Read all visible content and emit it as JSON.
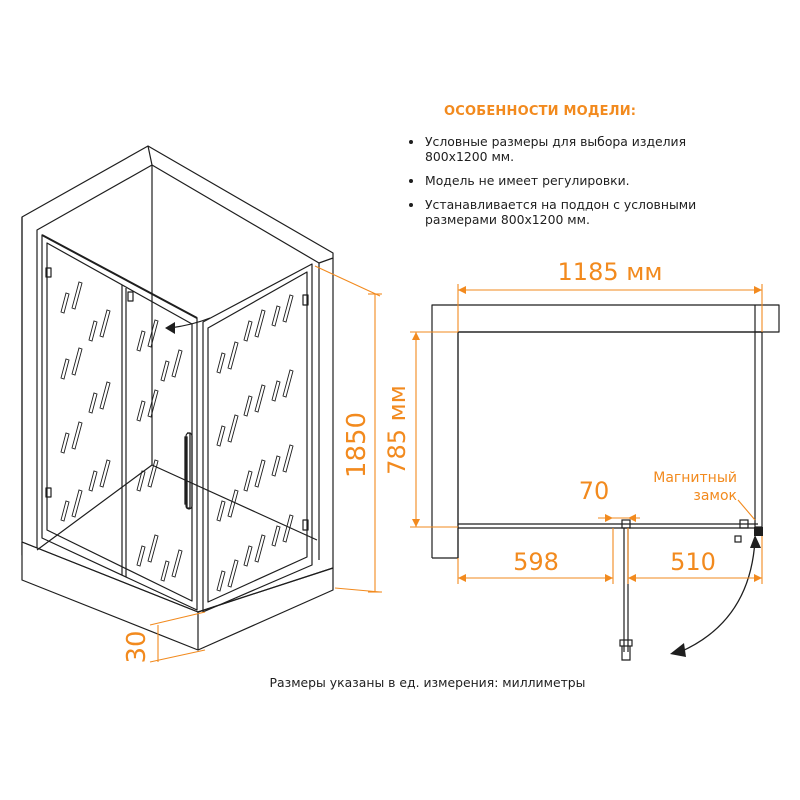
{
  "features": {
    "title": "ОСОБЕННОСТИ МОДЕЛИ:",
    "items": [
      "Условные размеры для выбора изделия 800x1200 мм.",
      "Модель не имеет регулировки.",
      "Устанавливается на поддон с условными размерами 800x1200 мм."
    ]
  },
  "dimensions": {
    "height": "1850",
    "tray_height": "30",
    "top_width": "1185 мм",
    "depth": "785 мм",
    "door_width": "598",
    "fixed_panel_width": "510",
    "gap": "70"
  },
  "labels": {
    "magnetic_lock_line1": "Магнитный",
    "magnetic_lock_line2": "замок"
  },
  "footer": {
    "units_note": "Размеры указаны в ед. измерения: миллиметры"
  },
  "colors": {
    "accent": "#f28a1e",
    "line": "#1e1e1e"
  }
}
